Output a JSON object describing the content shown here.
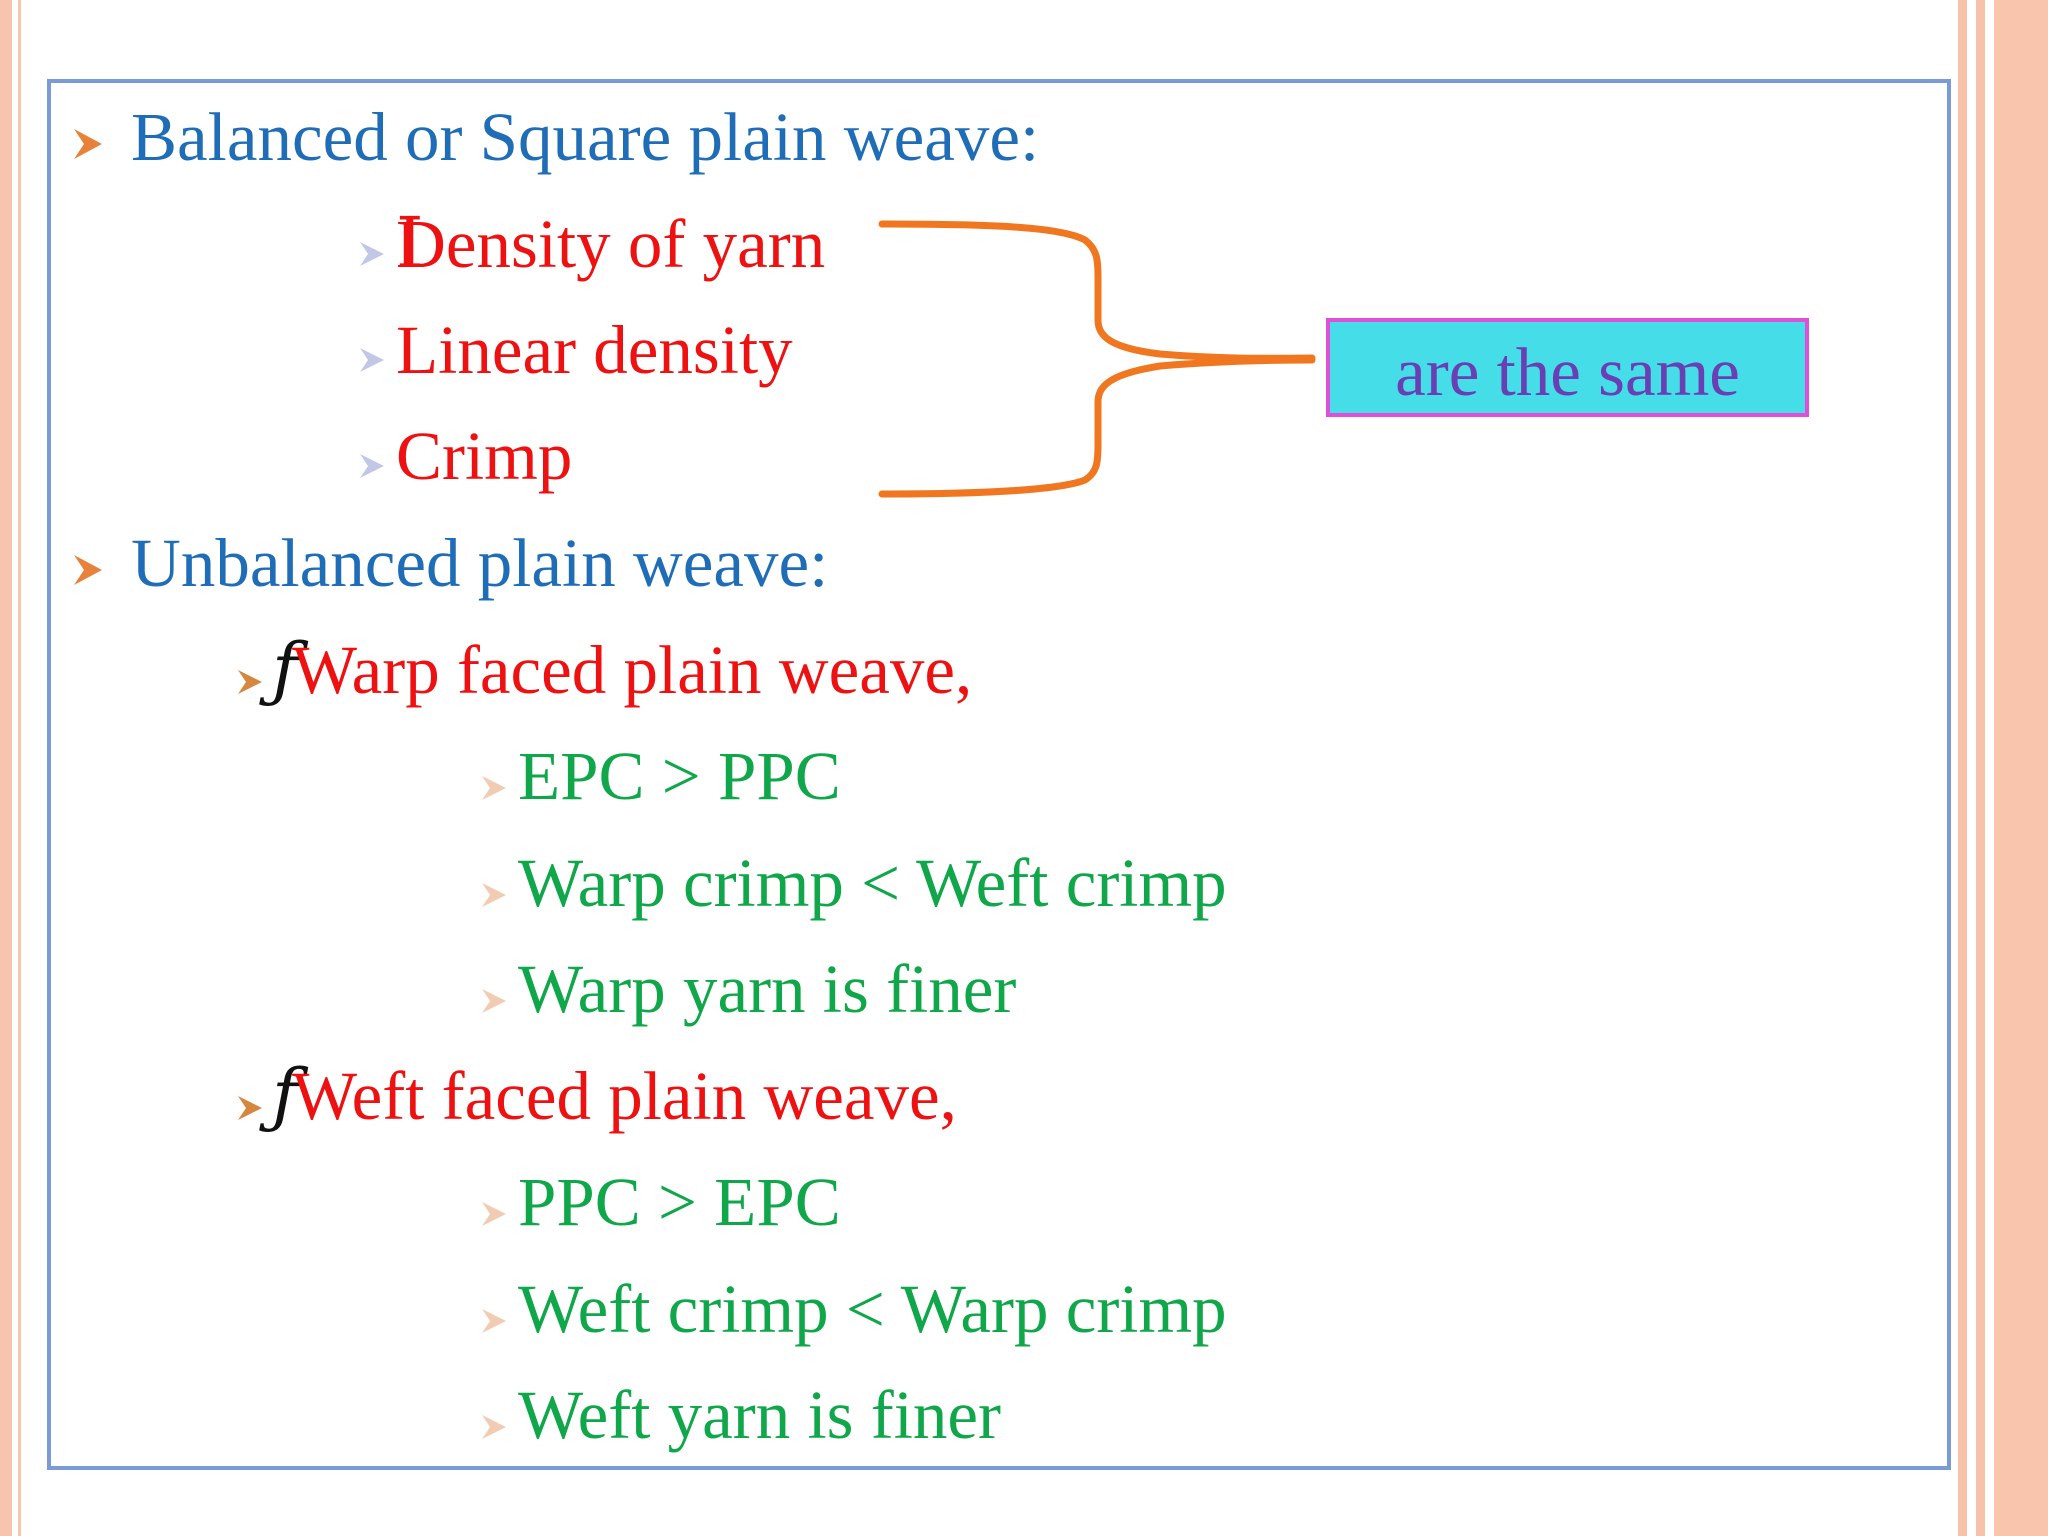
{
  "slide": {
    "colors": {
      "heading": "#1f6db7",
      "subitem": "#ee1111",
      "detail": "#10a64a",
      "brace": "#f07720",
      "callout_fill": "#45dde8",
      "callout_border": "#e04fd5",
      "callout_text": "#6a3fb3",
      "frame_border": "#7b9bd6"
    },
    "balanced": {
      "heading": "Balanced or Square plain weave:",
      "items": [
        "Density of yarn",
        "Linear density",
        "Crimp"
      ],
      "callout": "are the same"
    },
    "unbalanced": {
      "heading": "Unbalanced plain weave:",
      "warp_faced": {
        "label": "Warp faced plain weave,",
        "details": [
          "EPC > PPC",
          "Warp crimp < Weft crimp",
          "Warp yarn is finer"
        ]
      },
      "weft_faced": {
        "label": "Weft faced plain weave,",
        "details": [
          "PPC > EPC",
          "Weft crimp < Warp crimp",
          "Weft yarn is finer"
        ]
      }
    },
    "glyphs": {
      "stray_f": "ƒ",
      "stray_i": "I"
    },
    "icons": [
      "arrow-bullet-icon"
    ]
  }
}
